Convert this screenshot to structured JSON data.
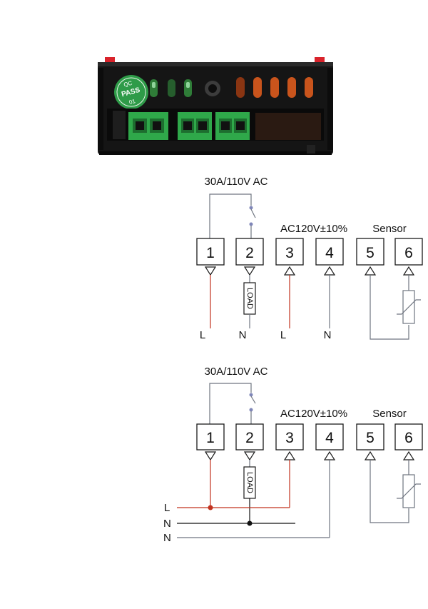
{
  "device": {
    "badge_text": [
      "QC",
      "PASS",
      "01"
    ],
    "colors": {
      "housing": "#151515",
      "green_led": "#2e8b3a",
      "orange_led": "#c9541c",
      "terminal_green": "#2fa84a",
      "latch_red": "#d9232b"
    }
  },
  "diagram_top": {
    "rating": "30A/110V AC",
    "supply": "AC120V±10%",
    "sensor": "Sensor",
    "terminals": [
      "1",
      "2",
      "3",
      "4",
      "5",
      "6"
    ],
    "load": "LOAD",
    "line_labels": [
      "L",
      "N",
      "L",
      "N"
    ]
  },
  "diagram_bottom": {
    "rating": "30A/110V AC",
    "supply": "AC120V±10%",
    "sensor": "Sensor",
    "terminals": [
      "1",
      "2",
      "3",
      "4",
      "5",
      "6"
    ],
    "load": "LOAD",
    "bus_labels": [
      "L",
      "N",
      "N"
    ]
  },
  "wire_colors": {
    "line": "#c2331f",
    "neutral": "#6f7580",
    "common": "#111111"
  }
}
